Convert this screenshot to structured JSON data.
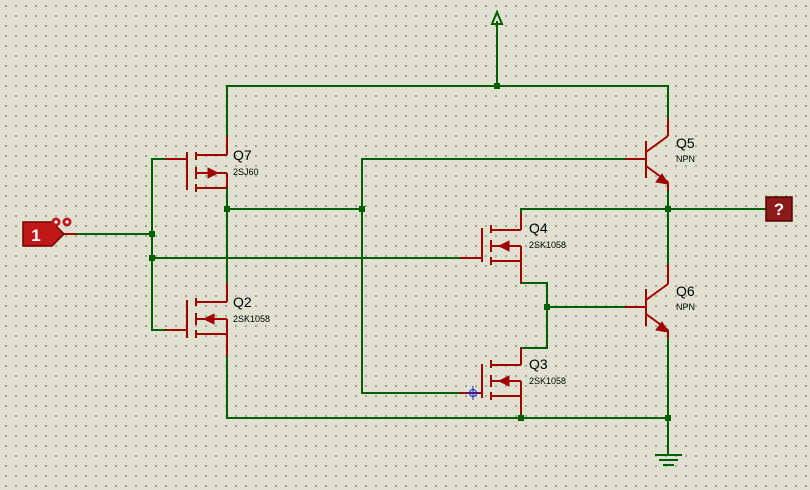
{
  "components": {
    "Q7": {
      "ref": "Q7",
      "value": "2SJ60"
    },
    "Q2": {
      "ref": "Q2",
      "value": "2SK1058"
    },
    "Q4": {
      "ref": "Q4",
      "value": "2SK1058"
    },
    "Q3": {
      "ref": "Q3",
      "value": "2SK1058"
    },
    "Q5": {
      "ref": "Q5",
      "value": "NPN"
    },
    "Q6": {
      "ref": "Q6",
      "value": "NPN"
    }
  },
  "input_terminal": {
    "label": "1"
  },
  "output_terminal": {
    "label": "?"
  },
  "colors": {
    "canvas": "#e1e1d1",
    "wire": "#006000",
    "component": "#a00000",
    "terminal_fill": "#c01818",
    "output_fill": "#8b1a1a"
  },
  "icons": [
    "power-arrow-icon",
    "ground-icon",
    "cursor-crosshair-icon"
  ]
}
